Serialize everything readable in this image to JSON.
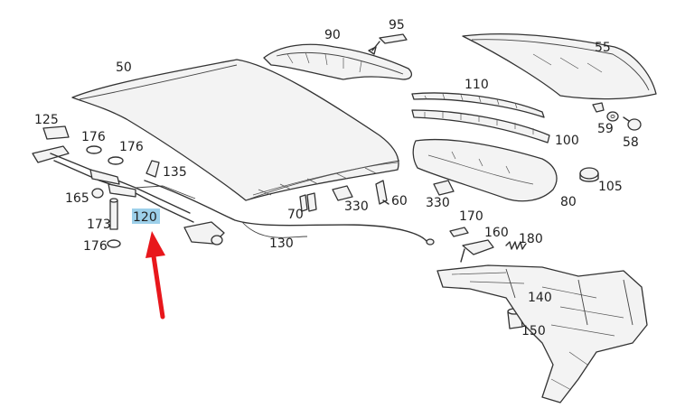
{
  "labels": {
    "p50": "50",
    "p90": "90",
    "p95": "95",
    "p55": "55",
    "p110": "110",
    "p100": "100",
    "p59": "59",
    "p58": "58",
    "p105": "105",
    "p80": "80",
    "p125": "125",
    "p176a": "176",
    "p176b": "176",
    "p135": "135",
    "p165": "165",
    "p173": "173",
    "p120": "120",
    "p176c": "176",
    "p70": "70",
    "p330a": "330",
    "p60": "60",
    "p330b": "330",
    "p130": "130",
    "p170": "170",
    "p160": "160",
    "p180": "180",
    "p140": "140",
    "p150": "150"
  },
  "highlight": {
    "part": "120",
    "color": "#9dd0ea"
  },
  "arrow_color": "#e8171c"
}
